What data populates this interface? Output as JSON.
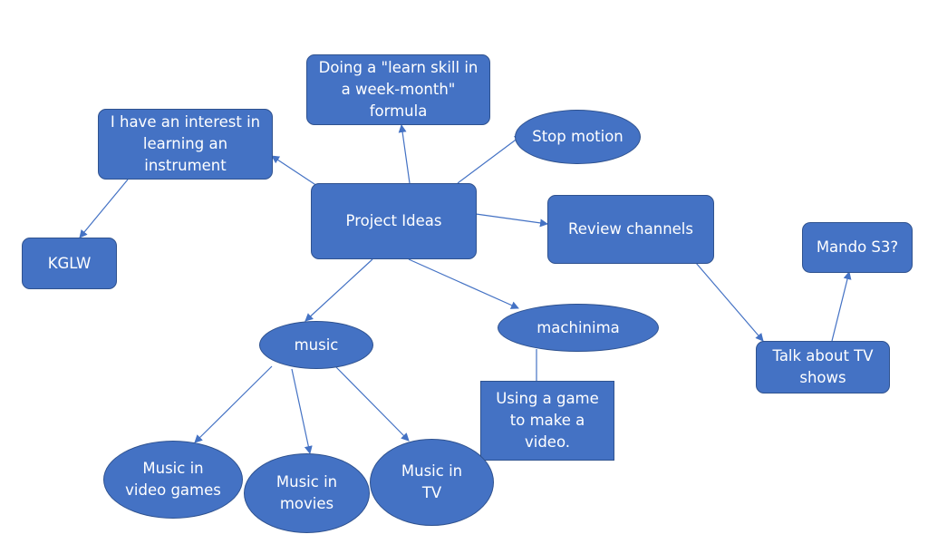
{
  "diagram": {
    "central": {
      "label": "Project Ideas"
    },
    "nodes": {
      "learn_skill": {
        "label": "Doing a \"learn skill in a week-month\" formula"
      },
      "instrument": {
        "label": "I have an interest in learning an instrument"
      },
      "kglw": {
        "label": "KGLW"
      },
      "stop_motion": {
        "label": "Stop motion"
      },
      "review_channels": {
        "label": "Review channels"
      },
      "mando": {
        "label": "Mando S3?"
      },
      "tv_shows": {
        "label": "Talk about TV shows"
      },
      "music": {
        "label": "music"
      },
      "machinima": {
        "label": "machinima"
      },
      "game_video": {
        "label": "Using a game to make a video."
      },
      "music_video_games": {
        "label": "Music in video games"
      },
      "music_movies": {
        "label": "Music in movies"
      },
      "music_tv": {
        "label": "Music in TV"
      }
    },
    "colors": {
      "node_fill": "#4472c4",
      "node_border": "#2f528f",
      "text": "#ffffff",
      "connector": "#4472c4"
    }
  }
}
